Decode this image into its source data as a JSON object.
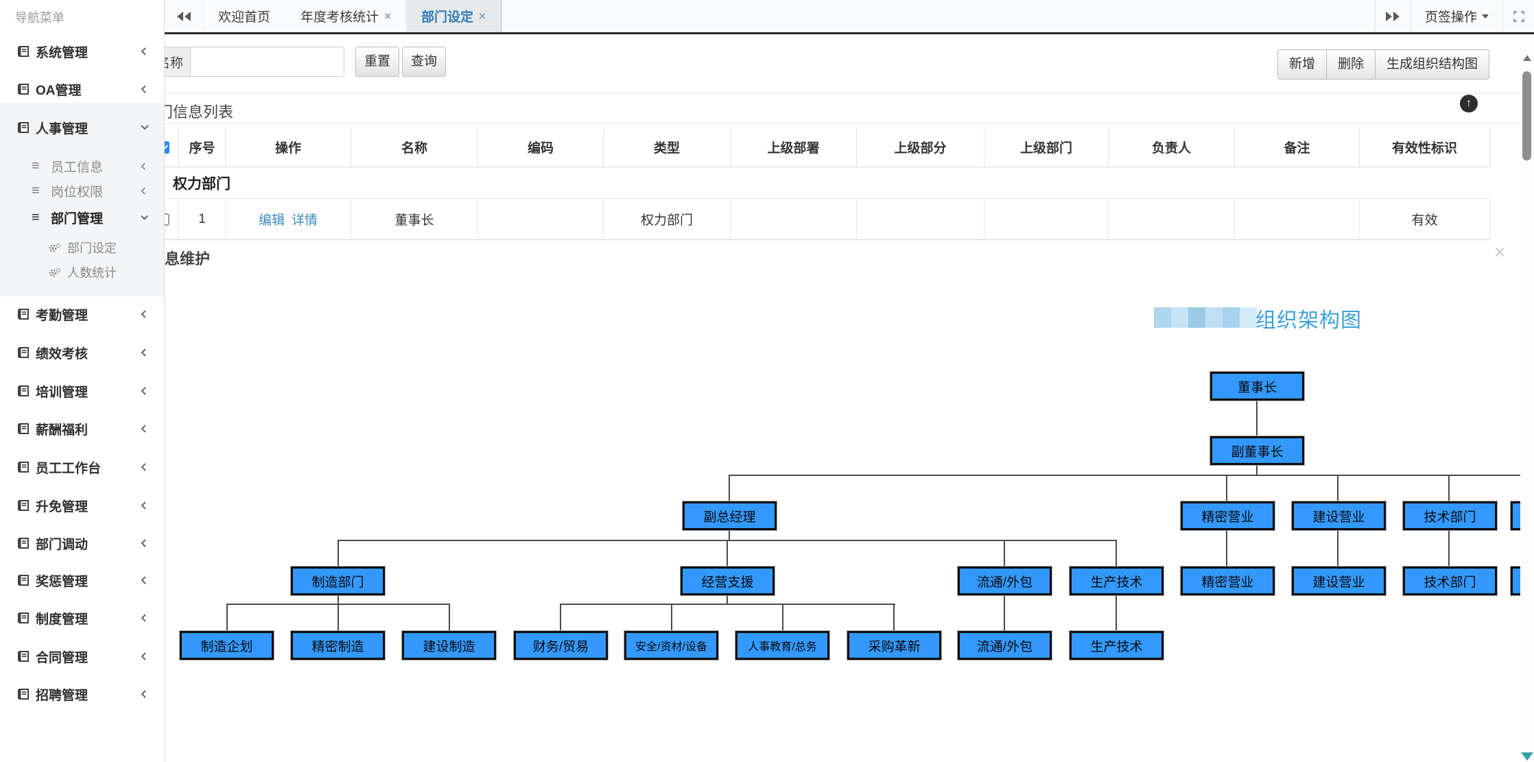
{
  "colors": {
    "accent": "#3c8dbc",
    "org_node_fill": "#3399ff",
    "org_title_blue": "#3da0d9",
    "active_tab_text": "#2f7cb5"
  },
  "icons": {
    "close_glyph": "×",
    "collapse_up_glyph": "↑",
    "hamburger_glyph": "≡"
  },
  "sidebar": {
    "title": "导航菜单",
    "items": [
      {
        "label": "系统管理",
        "state": "collapsed"
      },
      {
        "label": "OA管理",
        "state": "collapsed"
      },
      {
        "label": "人事管理",
        "state": "expanded"
      },
      {
        "label": "考勤管理",
        "state": "collapsed"
      },
      {
        "label": "绩效考核",
        "state": "collapsed"
      },
      {
        "label": "培训管理",
        "state": "collapsed"
      },
      {
        "label": "薪酬福利",
        "state": "collapsed"
      },
      {
        "label": "员工工作台",
        "state": "collapsed"
      },
      {
        "label": "升免管理",
        "state": "collapsed"
      },
      {
        "label": "部门调动",
        "state": "collapsed"
      },
      {
        "label": "奖惩管理",
        "state": "collapsed"
      },
      {
        "label": "制度管理",
        "state": "collapsed"
      },
      {
        "label": "合同管理",
        "state": "collapsed"
      },
      {
        "label": "招聘管理",
        "state": "collapsed"
      }
    ],
    "submenu": [
      {
        "label": "员工信息",
        "state": "collapsed"
      },
      {
        "label": "岗位权限",
        "state": "collapsed"
      },
      {
        "label": "部门管理",
        "state": "expanded"
      }
    ],
    "subsub": [
      {
        "label": "部门设定"
      },
      {
        "label": "人数统计"
      }
    ]
  },
  "tabbar": {
    "tabs": [
      {
        "label": "欢迎首页",
        "closable": false,
        "active": false
      },
      {
        "label": "年度考核统计",
        "closable": true,
        "active": false
      },
      {
        "label": "部门设定",
        "closable": true,
        "active": true
      }
    ],
    "actions_label": "页签操作"
  },
  "toolbar": {
    "name_label": "名称",
    "name_value": "",
    "reset_label": "重置",
    "search_label": "查询",
    "add_label": "新增",
    "delete_label": "删除",
    "generate_label": "生成组织结构图"
  },
  "list": {
    "title": "部门信息列表",
    "columns": [
      "序号",
      "操作",
      "名称",
      "编码",
      "类型",
      "上级部署",
      "上级部分",
      "上级部门",
      "负责人",
      "备注",
      "有效性标识"
    ],
    "group_label": "权力部门",
    "row": {
      "seq": "1",
      "edit": "编辑",
      "detail": "详情",
      "name": "董事长",
      "code": "",
      "type": "权力部门",
      "superior1": "",
      "superior2": "",
      "superior3": "",
      "manager": "",
      "remark": "",
      "valid": "有效"
    }
  },
  "panel": {
    "title": "息维护"
  },
  "orgchart": {
    "title": "组织架构图",
    "nodes": [
      {
        "label": "董事长"
      },
      {
        "label": "副董事长"
      },
      {
        "label": "副总经理"
      },
      {
        "label": "精密营业"
      },
      {
        "label": "建设营业"
      },
      {
        "label": "技术部门"
      },
      {
        "label": "制造部门"
      },
      {
        "label": "经营支援"
      },
      {
        "label": "流通/外包"
      },
      {
        "label": "生产技术"
      },
      {
        "label": "精密营业"
      },
      {
        "label": "建设营业"
      },
      {
        "label": "技术部门"
      },
      {
        "label": "制造企划"
      },
      {
        "label": "精密制造"
      },
      {
        "label": "建设制造"
      },
      {
        "label": "财务/贸易"
      },
      {
        "label": "安全/资材/设备"
      },
      {
        "label": "人事教育/总务"
      },
      {
        "label": "采购革新"
      },
      {
        "label": "流通/外包"
      },
      {
        "label": "生产技术"
      }
    ],
    "tree": {
      "label": "董事长",
      "children": [
        {
          "label": "副董事长",
          "children": [
            {
              "label": "副总经理",
              "children": [
                {
                  "label": "制造部门",
                  "children": [
                    {
                      "label": "制造企划"
                    },
                    {
                      "label": "精密制造"
                    },
                    {
                      "label": "建设制造"
                    }
                  ]
                },
                {
                  "label": "经营支援",
                  "children": [
                    {
                      "label": "财务/贸易"
                    },
                    {
                      "label": "安全/资材/设备"
                    },
                    {
                      "label": "人事教育/总务"
                    },
                    {
                      "label": "采购革新"
                    }
                  ]
                },
                {
                  "label": "流通/外包",
                  "children": [
                    {
                      "label": "流通/外包"
                    }
                  ]
                },
                {
                  "label": "生产技术",
                  "children": [
                    {
                      "label": "生产技术"
                    }
                  ]
                }
              ]
            },
            {
              "label": "精密营业",
              "children": [
                {
                  "label": "精密营业"
                }
              ]
            },
            {
              "label": "建设营业",
              "children": [
                {
                  "label": "建设营业"
                }
              ]
            },
            {
              "label": "技术部门",
              "children": [
                {
                  "label": "技术部门"
                }
              ]
            }
          ]
        }
      ]
    }
  }
}
